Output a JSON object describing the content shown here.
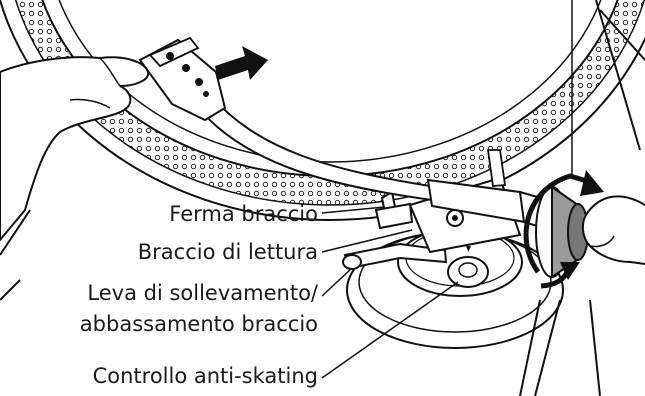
{
  "labels": {
    "arm_rest": "Ferma braccio",
    "tonearm": "Braccio di lettura",
    "lift_lever_line1": "Leva di sollevamento/",
    "lift_lever_line2": "abbassamento braccio",
    "anti_skating": "Controllo anti-skating"
  }
}
